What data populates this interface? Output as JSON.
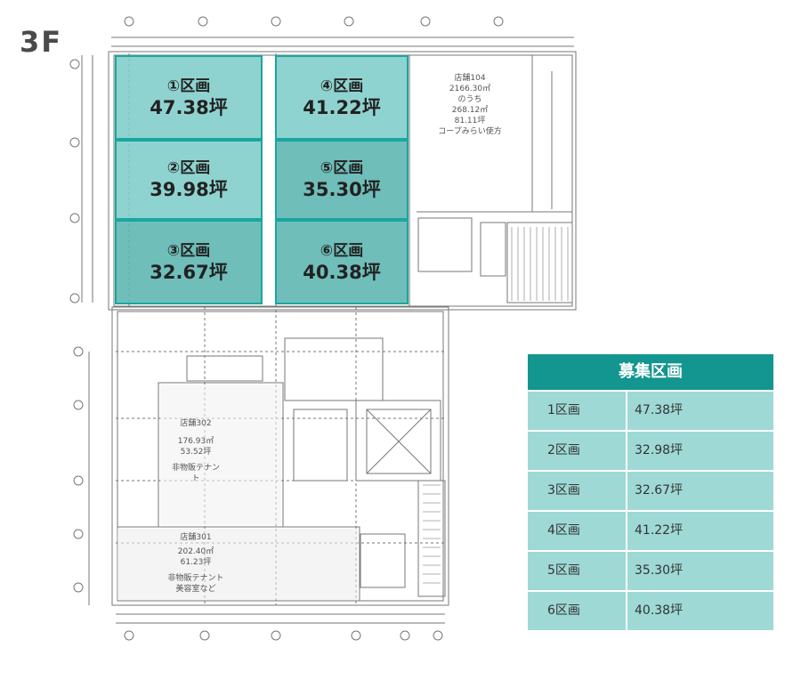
{
  "floor": "3F",
  "zones": [
    {
      "name": "①区画",
      "area": "47.38坪"
    },
    {
      "name": "②区画",
      "area": "39.98坪"
    },
    {
      "name": "③区画",
      "area": "32.67坪"
    },
    {
      "name": "④区画",
      "area": "41.22坪"
    },
    {
      "name": "⑤区画",
      "area": "35.30坪"
    },
    {
      "name": "⑥区画",
      "area": "40.38坪"
    }
  ],
  "plan_text": {
    "store104": [
      "店舗104",
      "2166.30㎡",
      "のうち",
      "268.12㎡",
      "81.11坪"
    ],
    "coop_note": "コープみらい使方",
    "store302": [
      "店舗302",
      "176.93㎡",
      "53.52坪",
      "非物販テナント"
    ],
    "store301": [
      "店舗301",
      "202.40㎡",
      "61.23坪",
      "非物販テナント",
      "美容室など"
    ]
  },
  "table": {
    "title": "募集区画",
    "rows": [
      {
        "zone": "1区画",
        "area": "47.38坪"
      },
      {
        "zone": "2区画",
        "area": "32.98坪"
      },
      {
        "zone": "3区画",
        "area": "32.67坪"
      },
      {
        "zone": "4区画",
        "area": "41.22坪"
      },
      {
        "zone": "5区画",
        "area": "35.30坪"
      },
      {
        "zone": "6区画",
        "area": "40.38坪"
      }
    ]
  },
  "colors": {
    "zone_fill": "#7fcdca",
    "zone_dark": "#5bb5b1",
    "border": "#1aa6a0",
    "header": "#13968f",
    "row": "#9ed9d6"
  }
}
